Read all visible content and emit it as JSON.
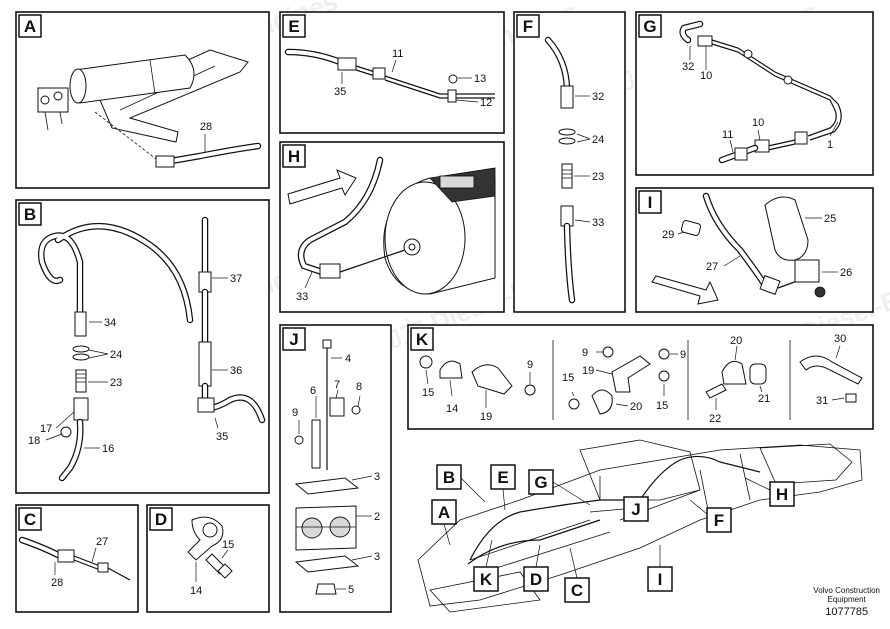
{
  "panels": {
    "A": {
      "label": "A",
      "callouts": [
        "28"
      ]
    },
    "B": {
      "label": "B",
      "callouts": [
        "34",
        "24",
        "23",
        "17",
        "18",
        "16",
        "37",
        "36",
        "35"
      ]
    },
    "C": {
      "label": "C",
      "callouts": [
        "27",
        "28"
      ]
    },
    "D": {
      "label": "D",
      "callouts": [
        "15",
        "14"
      ]
    },
    "E": {
      "label": "E",
      "callouts": [
        "11",
        "13",
        "35",
        "12"
      ]
    },
    "F": {
      "label": "F",
      "callouts": [
        "32",
        "24",
        "23",
        "33"
      ]
    },
    "G": {
      "label": "G",
      "callouts": [
        "32",
        "10",
        "10",
        "11",
        "1"
      ]
    },
    "H": {
      "label": "H",
      "callouts": [
        "33"
      ]
    },
    "I": {
      "label": "I",
      "callouts": [
        "25",
        "29",
        "27",
        "26"
      ]
    },
    "J": {
      "label": "J",
      "callouts": [
        "4",
        "6",
        "7",
        "8",
        "9",
        "3",
        "2",
        "3",
        "5"
      ]
    },
    "K": {
      "label": "K",
      "callouts": [
        "9",
        "15",
        "14",
        "19",
        "9",
        "9",
        "19",
        "15",
        "20",
        "20",
        "21",
        "22",
        "30",
        "31"
      ]
    }
  },
  "overview_tags": [
    "B",
    "E",
    "G",
    "J",
    "H",
    "F",
    "A",
    "K",
    "D",
    "C",
    "I"
  ],
  "footer": {
    "line1": "Volvo Construction",
    "line2": "Equipment",
    "drawing_number": "1077785"
  },
  "watermark": "紫发动力 Diesel-Engines"
}
